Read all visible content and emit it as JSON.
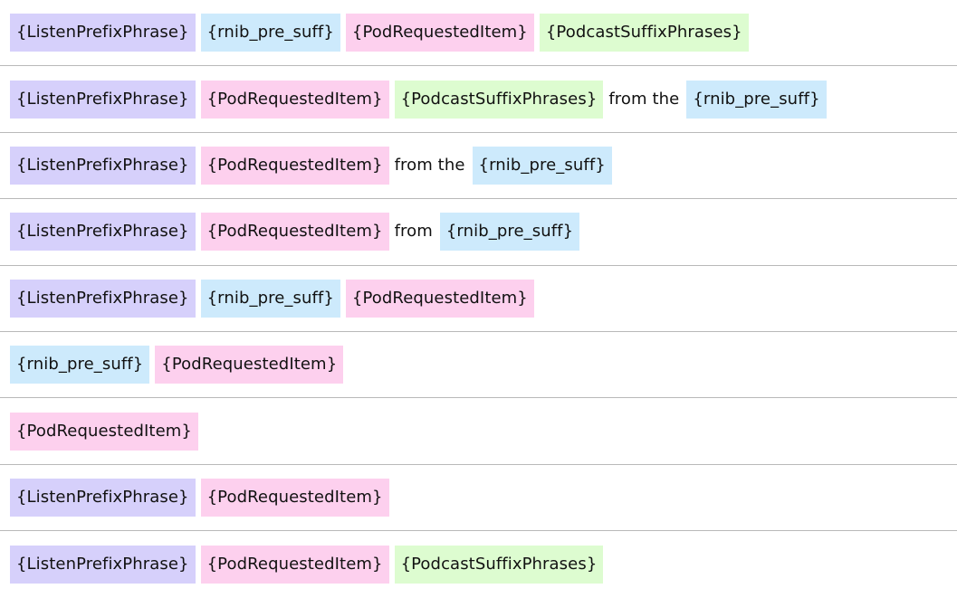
{
  "slot_colors": {
    "ListenPrefixPhrase": "#d6d0fb",
    "rnib_pre_suff": "#cdeafc",
    "PodRequestedItem": "#fdd0ee",
    "PodcastSuffixPhrases": "#ddfcd0"
  },
  "utterances": [
    [
      {
        "type": "slot",
        "slot": "ListenPrefixPhrase",
        "label": "{ListenPrefixPhrase}"
      },
      {
        "type": "slot",
        "slot": "rnib_pre_suff",
        "label": "{rnib_pre_suff}"
      },
      {
        "type": "slot",
        "slot": "PodRequestedItem",
        "label": "{PodRequestedItem}"
      },
      {
        "type": "slot",
        "slot": "PodcastSuffixPhrases",
        "label": "{PodcastSuffixPhrases}"
      }
    ],
    [
      {
        "type": "slot",
        "slot": "ListenPrefixPhrase",
        "label": "{ListenPrefixPhrase}"
      },
      {
        "type": "slot",
        "slot": "PodRequestedItem",
        "label": "{PodRequestedItem}"
      },
      {
        "type": "slot",
        "slot": "PodcastSuffixPhrases",
        "label": "{PodcastSuffixPhrases}"
      },
      {
        "type": "text",
        "label": "from the"
      },
      {
        "type": "slot",
        "slot": "rnib_pre_suff",
        "label": "{rnib_pre_suff}"
      }
    ],
    [
      {
        "type": "slot",
        "slot": "ListenPrefixPhrase",
        "label": "{ListenPrefixPhrase}"
      },
      {
        "type": "slot",
        "slot": "PodRequestedItem",
        "label": "{PodRequestedItem}"
      },
      {
        "type": "text",
        "label": "from the"
      },
      {
        "type": "slot",
        "slot": "rnib_pre_suff",
        "label": "{rnib_pre_suff}"
      }
    ],
    [
      {
        "type": "slot",
        "slot": "ListenPrefixPhrase",
        "label": "{ListenPrefixPhrase}"
      },
      {
        "type": "slot",
        "slot": "PodRequestedItem",
        "label": "{PodRequestedItem}"
      },
      {
        "type": "text",
        "label": "from"
      },
      {
        "type": "slot",
        "slot": "rnib_pre_suff",
        "label": "{rnib_pre_suff}"
      }
    ],
    [
      {
        "type": "slot",
        "slot": "ListenPrefixPhrase",
        "label": "{ListenPrefixPhrase}"
      },
      {
        "type": "slot",
        "slot": "rnib_pre_suff",
        "label": "{rnib_pre_suff}"
      },
      {
        "type": "slot",
        "slot": "PodRequestedItem",
        "label": "{PodRequestedItem}"
      }
    ],
    [
      {
        "type": "slot",
        "slot": "rnib_pre_suff",
        "label": "{rnib_pre_suff}"
      },
      {
        "type": "slot",
        "slot": "PodRequestedItem",
        "label": "{PodRequestedItem}"
      }
    ],
    [
      {
        "type": "slot",
        "slot": "PodRequestedItem",
        "label": "{PodRequestedItem}"
      }
    ],
    [
      {
        "type": "slot",
        "slot": "ListenPrefixPhrase",
        "label": "{ListenPrefixPhrase}"
      },
      {
        "type": "slot",
        "slot": "PodRequestedItem",
        "label": "{PodRequestedItem}"
      }
    ],
    [
      {
        "type": "slot",
        "slot": "ListenPrefixPhrase",
        "label": "{ListenPrefixPhrase}"
      },
      {
        "type": "slot",
        "slot": "PodRequestedItem",
        "label": "{PodRequestedItem}"
      },
      {
        "type": "slot",
        "slot": "PodcastSuffixPhrases",
        "label": "{PodcastSuffixPhrases}"
      }
    ]
  ]
}
